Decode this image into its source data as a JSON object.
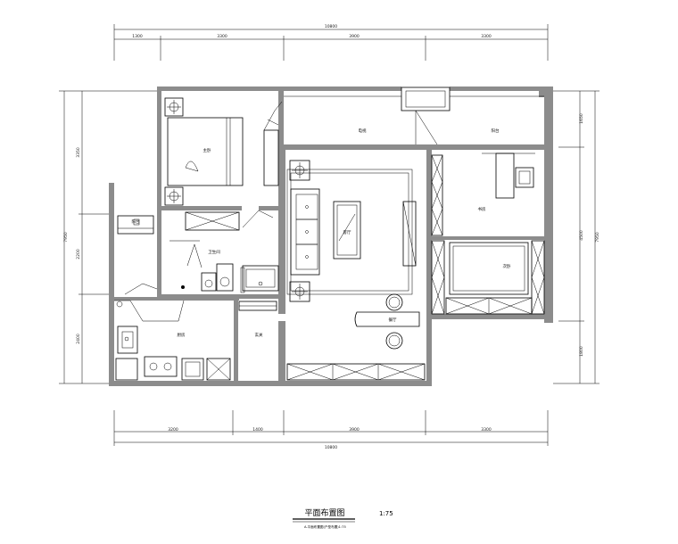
{
  "dimensions": {
    "top_total": "10800",
    "top_segments": [
      "1300",
      "3300",
      "3900",
      "3300"
    ],
    "bottom_segments": [
      "3200",
      "1400",
      "3900",
      "3300"
    ],
    "bottom_total": "10800",
    "left_total": "7950",
    "left_segments": [
      "3350",
      "2200",
      "2400"
    ],
    "right_total": "7950",
    "right_segments": [
      "1650",
      "4500",
      "1800"
    ]
  },
  "rooms": {
    "master_bedroom": "主卧",
    "balcony_left": "阳台",
    "balcony_right": "阳台",
    "bathroom": "卫生间",
    "living_room": "客厅",
    "dining_room": "餐厅",
    "kitchen": "厨房",
    "entrance": "玄关",
    "study": "书房",
    "second_bedroom": "次卧",
    "tv": "电视"
  },
  "title": {
    "name": "平面布置图",
    "scale": "1:75",
    "subtitle": "A.平面布置图(户型布置)1:75"
  }
}
